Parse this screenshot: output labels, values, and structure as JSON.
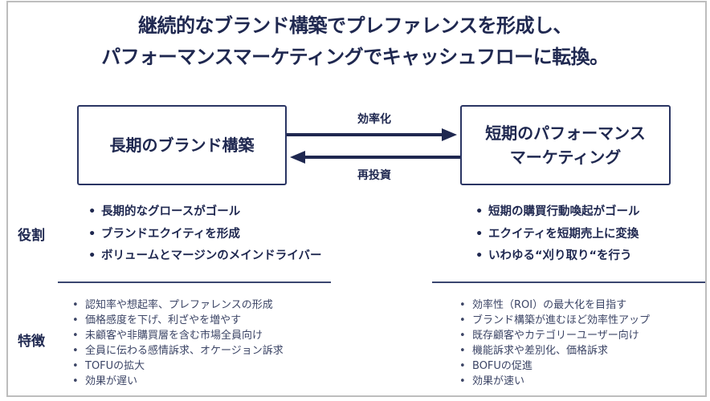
{
  "title": {
    "line1": "継続的なブランド構築でプレファレンスを形成し、",
    "line2": "パフォーマンスマーケティングでキャッシュフローに転換。"
  },
  "diagram": {
    "left_box": {
      "lines": [
        "長期のブランド構築"
      ]
    },
    "right_box": {
      "lines": [
        "短期のパフォーマンス",
        "マーケティング"
      ]
    },
    "arrow_forward": {
      "label": "効率化",
      "direction": "left-to-right"
    },
    "arrow_back": {
      "label": "再投資",
      "direction": "right-to-left"
    }
  },
  "sections": {
    "role": {
      "label": "役割",
      "left_items": [
        "長期的なグロースがゴール",
        "ブランドエクイティを形成",
        "ボリュームとマージンのメインドライバー"
      ],
      "right_items": [
        "短期の購買行動喚起がゴール",
        "エクイティを短期売上に変換",
        "いわゆる“刈り取り“を行う"
      ]
    },
    "features": {
      "label": "特徴",
      "left_items": [
        "認知率や想起率、プレファレンスの形成",
        "価格感度を下げ、利ざやを増やす",
        "未顧客や非購買層を含む市場全員向け",
        "全員に伝わる感情訴求、オケージョン訴求",
        "TOFUの拡大",
        "効果が遅い"
      ],
      "right_items": [
        "効率性（ROI）の最大化を目指す",
        "ブランド構築が進むほど効率性アップ",
        "既存顧客やカテゴリーユーザー向け",
        "機能訴求や差別化、価格訴求",
        "BOFUの促進",
        "効果が速い"
      ]
    }
  },
  "colors": {
    "navy": "#1f2850",
    "feature_text": "#3c4566",
    "frame": "#bdbdbd"
  }
}
